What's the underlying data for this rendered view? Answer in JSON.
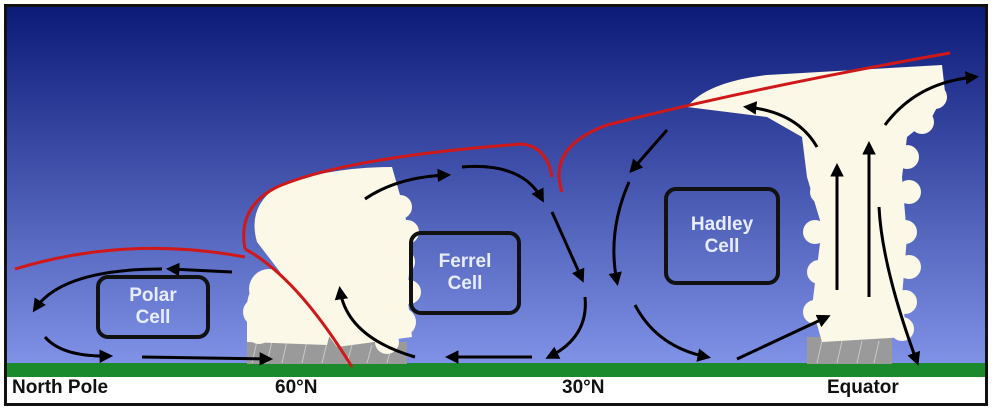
{
  "cells": {
    "polar": "Polar\nCell",
    "ferrel": "Ferrel\nCell",
    "hadley": "Hadley\nCell"
  },
  "axis_labels": {
    "north_pole": "North Pole",
    "lat_60": "60°N",
    "lat_30": "30°N",
    "equator": "Equator"
  },
  "colors": {
    "sky_top": "#0c1a78",
    "sky_bottom": "#7f92e6",
    "ground": "#1a8a2c",
    "tropopause": "#d01818",
    "cloud": "#fbf8e8",
    "rain": "#9a9a9a",
    "arrow": "#000000"
  }
}
